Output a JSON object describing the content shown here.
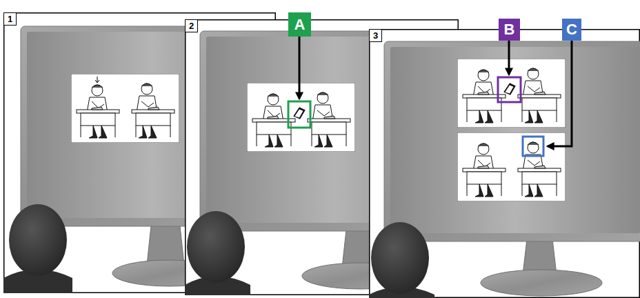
{
  "diagram": {
    "nodes": [
      {
        "text": [
          "1"
        ]
      },
      {
        "text": [
          "2"
        ]
      },
      {
        "text": [
          "3"
        ]
      },
      {
        "text": [
          "A"
        ]
      },
      {
        "text": [
          "B"
        ]
      },
      {
        "text": [
          "C"
        ]
      }
    ]
  }
}
